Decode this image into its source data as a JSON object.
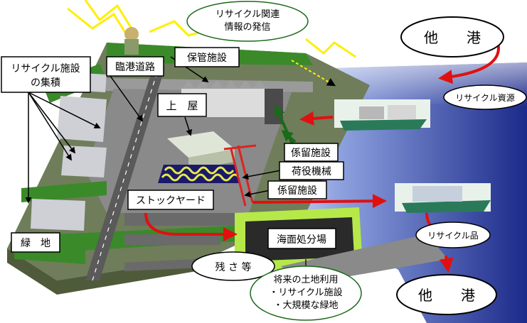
{
  "labels": {
    "recycle_info": [
      "リサイクル関連",
      "情報の発信"
    ],
    "other_port_top": "他　　港",
    "other_port_bottom": "他　　港",
    "recycle_facility_cluster": [
      "リサイクル施設",
      "の集積"
    ],
    "port_road": "臨港道路",
    "storage_facility": "保管施設",
    "shed": "上　屋",
    "recycle_resources": "リサイクル資源",
    "mooring_facility_1": "係留施設",
    "cargo_machinery": "荷役機械",
    "mooring_facility_2": "係留施設",
    "stockyard": "ストックヤード",
    "green_space": "緑　地",
    "sea_disposal_site": "海面処分場",
    "recycled_products": "リサイクル品",
    "residue": "残 さ 等",
    "future_land_use": [
      "将来の土地利用",
      "・リサイクル施設",
      "・大規模な緑地"
    ]
  },
  "colors": {
    "sea": "#2a3a9c",
    "ground": "#8a8a8a",
    "green": "#3a8a2a",
    "arrow_red": "#e01010",
    "arrow_black": "#000000",
    "arrow_green": "#1a6a1a",
    "lightning": "#ffee00"
  }
}
